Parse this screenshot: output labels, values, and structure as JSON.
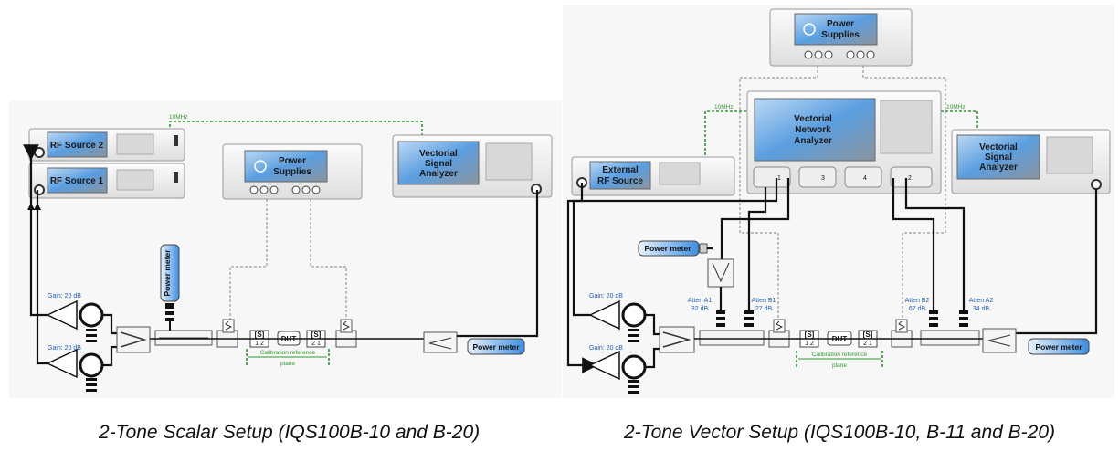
{
  "colors": {
    "instrument_body": "#f3f3f3",
    "screen": "#5a9ee0",
    "reference_line": "#2f9a2f",
    "label_blue": "#1f5fb0",
    "power_meter_fill": "#3d8fe0"
  },
  "left_setup": {
    "rf_source_2": "RF Source 2",
    "rf_source_1": "RF Source 1",
    "power_supplies": [
      "Power",
      "Supplies"
    ],
    "vsa": [
      "Vectorial",
      "Signal",
      "Analyzer"
    ],
    "ref_10mhz": "10MHz",
    "gain_top": "Gain: 20 dB",
    "gain_bottom": "Gain: 20 dB",
    "power_meter_vertical": "Power meter",
    "power_meter_right": "Power meter",
    "s_left": [
      "[S]",
      "1  2"
    ],
    "dut": "DUT",
    "s_right": [
      "[S]",
      "2  1"
    ],
    "cal_ref": [
      "Calibration reference",
      "plane"
    ]
  },
  "right_setup": {
    "power_supplies": [
      "Power",
      "Supplies"
    ],
    "vna": [
      "Vectorial",
      "Network",
      "Analyzer"
    ],
    "vna_ports": [
      "1",
      "3",
      "4",
      "2"
    ],
    "external_rf_source": [
      "External",
      "RF Source"
    ],
    "vsa": [
      "Vectorial",
      "Signal",
      "Analyzer"
    ],
    "ref_10mhz_left": "10MHz",
    "ref_10mhz_right": "10MHz",
    "power_meter_left": "Power meter",
    "power_meter_right": "Power meter",
    "atten_a1": [
      "Atten A1",
      "32 dB"
    ],
    "atten_b1": [
      "Atten B1",
      "27 dB"
    ],
    "atten_b2": [
      "Atten B2",
      "67 dB"
    ],
    "atten_a2": [
      "Atten A2",
      "34 dB"
    ],
    "gain_top": "Gain: 20 dB",
    "gain_bottom": "Gain: 20 dB",
    "s_left": [
      "[S]",
      "1  2"
    ],
    "dut": "DUT",
    "s_right": [
      "[S]",
      "2  1"
    ],
    "cal_ref": [
      "Calibration reference",
      "plane"
    ]
  },
  "captions": {
    "left": "2-Tone Scalar Setup (IQS100B-10 and B-20)",
    "right": "2-Tone Vector Setup (IQS100B-10, B-11 and B-20)"
  }
}
